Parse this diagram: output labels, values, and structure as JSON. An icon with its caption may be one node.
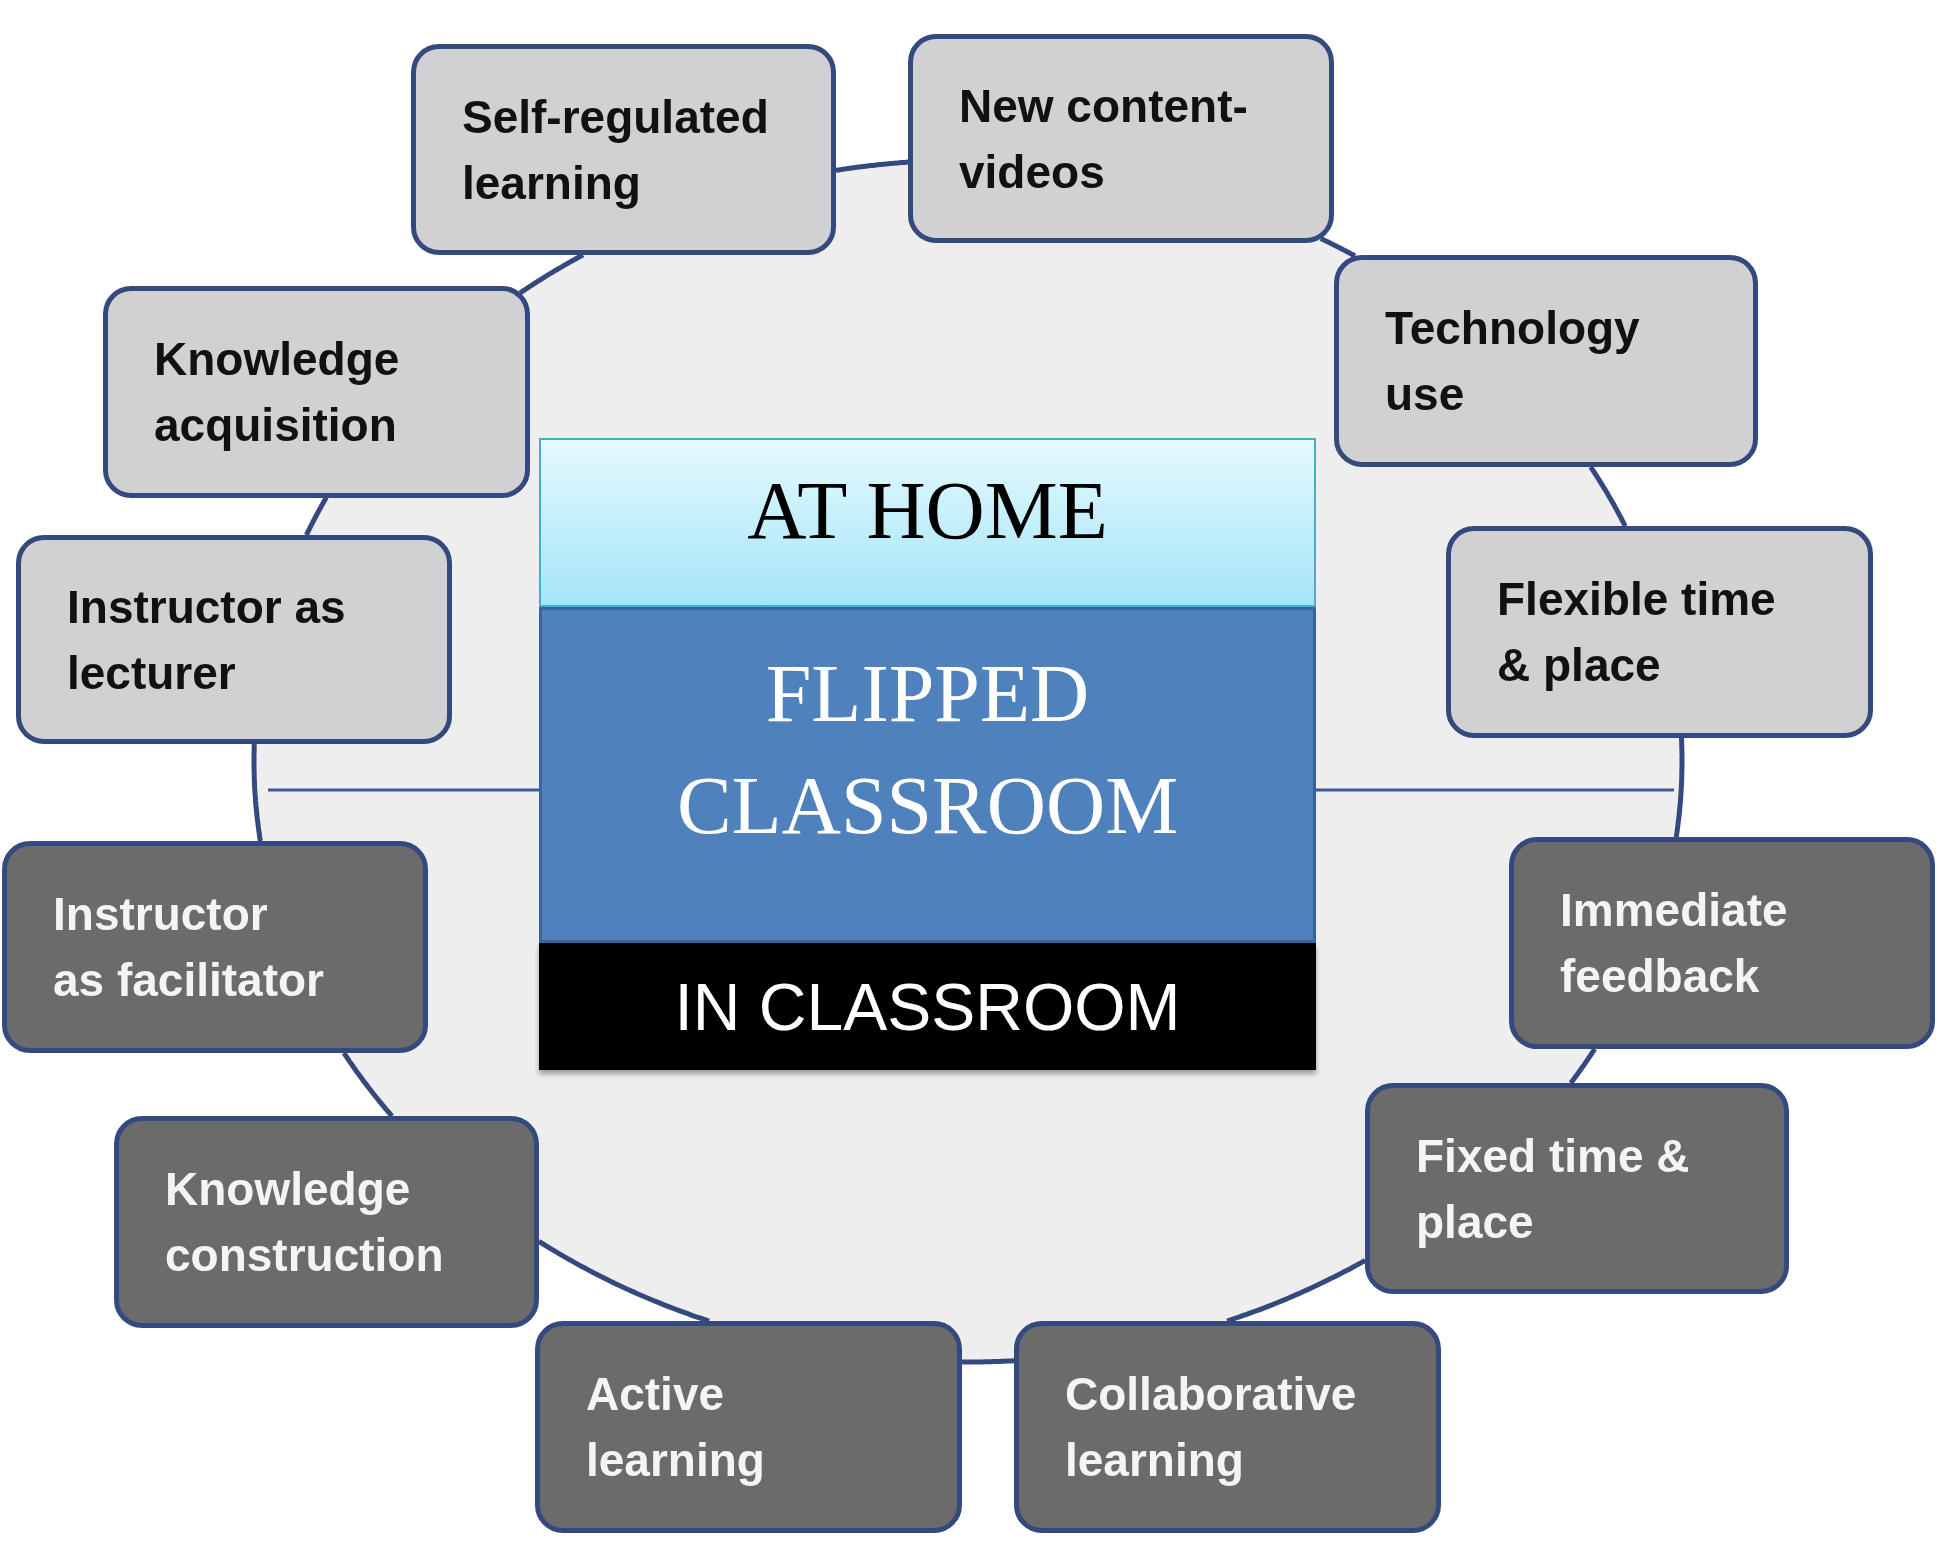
{
  "diagram": {
    "nodes": [
      {
        "text": [
          "AT HOME"
        ]
      },
      {
        "text": [
          "FLIPPED CLASSROOM"
        ]
      },
      {
        "text": [
          "IN CLASSROOM"
        ]
      },
      {
        "text": [
          "Self-regulated learning"
        ]
      },
      {
        "text": [
          "New content- videos"
        ]
      },
      {
        "text": [
          "Technology use"
        ]
      },
      {
        "text": [
          "Flexible time & place"
        ]
      },
      {
        "text": [
          "Immediate feedback"
        ]
      },
      {
        "text": [
          "Fixed time & place"
        ]
      },
      {
        "text": [
          "Collaborative learning"
        ]
      },
      {
        "text": [
          "Active learning"
        ]
      },
      {
        "text": [
          "Knowledge construction"
        ]
      },
      {
        "text": [
          "Instructor as facilitator"
        ]
      },
      {
        "text": [
          "Instructor as lecturer"
        ]
      },
      {
        "text": [
          "Knowledge acquisition"
        ]
      }
    ],
    "edges": [
      {
        "from": 3,
        "to": 4,
        "arrow": "none"
      },
      {
        "from": 4,
        "to": 5,
        "arrow": "none"
      },
      {
        "from": 5,
        "to": 6,
        "arrow": "none"
      },
      {
        "from": 6,
        "to": 7,
        "arrow": "none"
      },
      {
        "from": 7,
        "to": 8,
        "arrow": "none"
      },
      {
        "from": 8,
        "to": 9,
        "arrow": "none"
      },
      {
        "from": 9,
        "to": 10,
        "arrow": "none"
      },
      {
        "from": 10,
        "to": 11,
        "arrow": "none"
      },
      {
        "from": 11,
        "to": 12,
        "arrow": "none"
      },
      {
        "from": 12,
        "to": 13,
        "arrow": "none"
      },
      {
        "from": 13,
        "to": 14,
        "arrow": "none"
      },
      {
        "from": 14,
        "to": 3,
        "arrow": "none"
      }
    ]
  }
}
